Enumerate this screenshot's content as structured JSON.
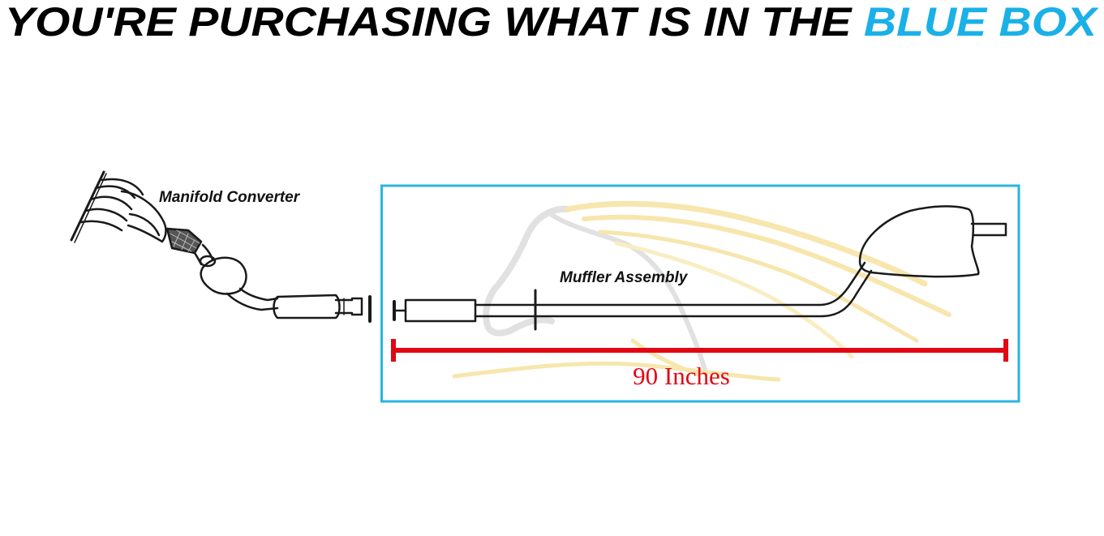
{
  "headline": {
    "black_text": "YOU'RE PURCHASING WHAT IS IN THE ",
    "blue_text": "BLUE BOX"
  },
  "diagram": {
    "manifold_label": "Manifold Converter",
    "muffler_label": "Muffler Assembly",
    "dimension_label": "90 Inches"
  },
  "colors": {
    "headline_black": "#000000",
    "headline_blue": "#1ab0e8",
    "box_border": "#29b4e0",
    "dimension_red": "#e30613",
    "line": "#1a1a1a",
    "watermark_gold": "#f2d36b",
    "watermark_gray": "#c9c9c9"
  },
  "icons": {
    "watermark": "horse-head-watermark-logo"
  }
}
